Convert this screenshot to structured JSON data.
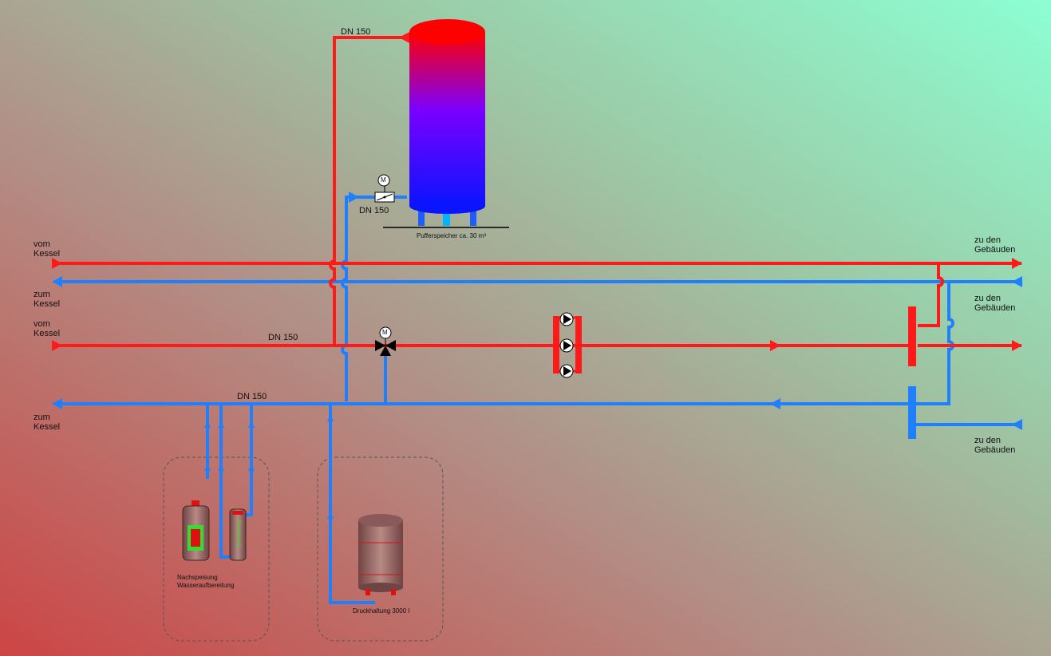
{
  "labels": {
    "vom_kessel": "vom\nKessel",
    "zum_kessel": "zum\nKessel",
    "zu_den_gebaeuden": "zu den\nGebäuden",
    "dn150": "DN 150",
    "pufferspeicher": "Pufferspeicher ca. 30 m³",
    "nachspeisung": "Nachspeisung\nWasseraufbereitung",
    "druckhaltung": "Druckhaltung 3000 l",
    "motor": "M",
    "enthaertung": "Enthärtung"
  },
  "colors": {
    "supply": "#ff1a1a",
    "return": "#1e7fff",
    "buffer_top": "#ff0000",
    "buffer_mid": "#7a00ff",
    "buffer_bottom": "#0a14ff",
    "vessel": "#9a6464"
  }
}
